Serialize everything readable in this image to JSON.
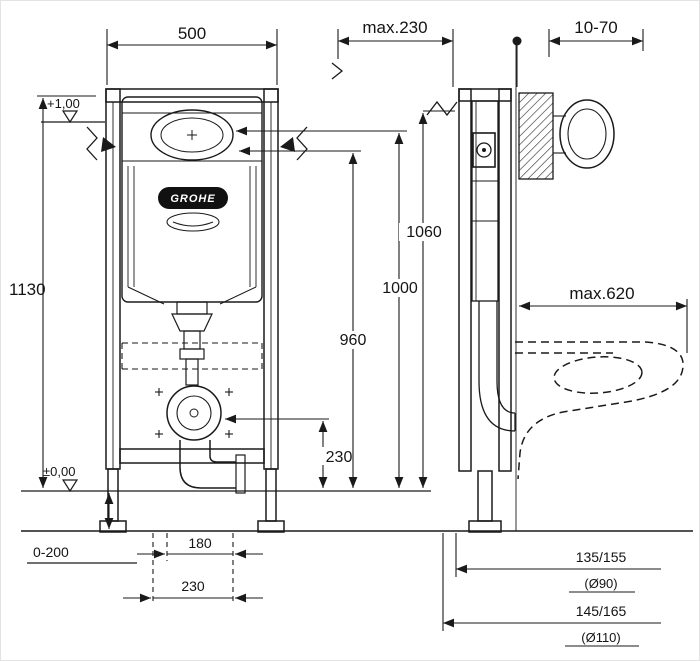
{
  "drawing": {
    "brand": "GROHE",
    "labels": {
      "width_500": "500",
      "height_1130": "1130",
      "level_plus": "+1,00",
      "level_zero": "±0,00",
      "foot_range": "0-200",
      "spacing_180": "180",
      "spacing_230": "230",
      "outlet_230": "230",
      "h_960": "960",
      "h_1000": "1000",
      "h_1060": "1060",
      "depth_max230": "max.230",
      "plate_10_70": "10-70",
      "pan_max620": "max.620",
      "out90_dim": "135/155",
      "out90_dia": "(Ø90)",
      "out110_dim": "145/165",
      "out110_dia": "(Ø110)"
    }
  }
}
